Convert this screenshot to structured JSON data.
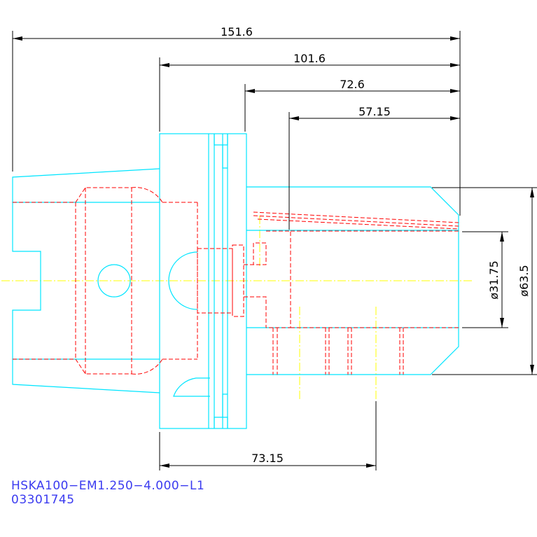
{
  "dimensions": {
    "overall_length": "151.6",
    "length_from_flange": "101.6",
    "length_from_body": "72.6",
    "bore_depth": "57.15",
    "gauge_length": "73.15",
    "bore_diameter": "ø31.75",
    "body_diameter": "ø63.5"
  },
  "title_block": {
    "part_name": "HSKA100−EM1.250−4.000−L1",
    "part_number": "03301745"
  },
  "colors": {
    "outline": "#00e5ff",
    "hidden_lines": "#ff0000",
    "centerline": "#ffff00",
    "dimension": "#000000",
    "title_text": "#3b3bf0"
  }
}
